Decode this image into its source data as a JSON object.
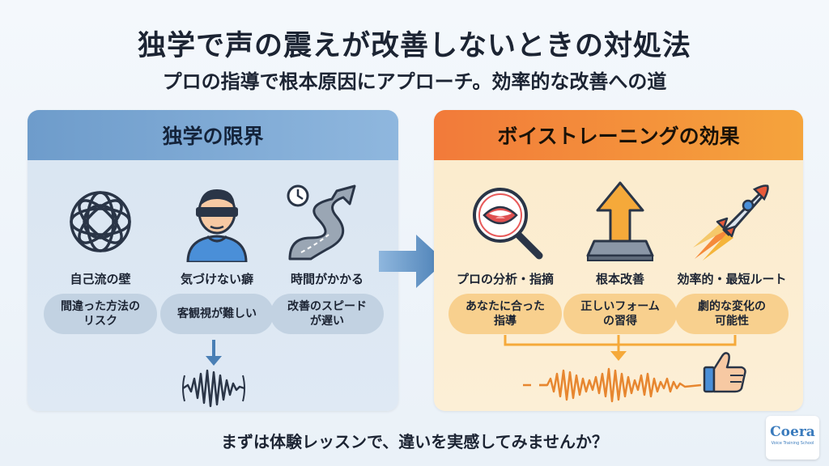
{
  "title": "独学で声の震えが改善しないときの対処法",
  "subtitle": "プロの指導で根本原因にアプローチ。効率的な改善への道",
  "left_panel": {
    "header": "独学の限界",
    "items": [
      {
        "icon": "tangled-knot-icon",
        "label": "自己流の壁",
        "desc": "間違った方法の\nリスク"
      },
      {
        "icon": "blindfolded-person-icon",
        "label": "気づけない癖",
        "desc": "客観視が難しい"
      },
      {
        "icon": "clock-winding-road-icon",
        "label": "時間がかかる",
        "desc": "改善のスピード\nが遅い"
      }
    ]
  },
  "right_panel": {
    "header": "ボイストレーニングの効果",
    "items": [
      {
        "icon": "magnifier-mouth-icon",
        "label": "プロの分析・指摘",
        "desc": "あなたに合った\n指導"
      },
      {
        "icon": "up-arrow-base-icon",
        "label": "根本改善",
        "desc": "正しいフォーム\nの習得"
      },
      {
        "icon": "rocket-icon",
        "label": "効率的・最短ルート",
        "desc": "劇的な変化の\n可能性"
      }
    ]
  },
  "footer": "まずは体験レッスンで、違いを実感してみませんか？",
  "logo": {
    "name": "Coera",
    "sub": "Voice Training School"
  },
  "colors": {
    "left_header": "#7aa6d3",
    "right_header": "#f38a3a",
    "left_bg": "#dce7f2",
    "right_bg": "#fcedd0",
    "text": "#1c2433"
  }
}
